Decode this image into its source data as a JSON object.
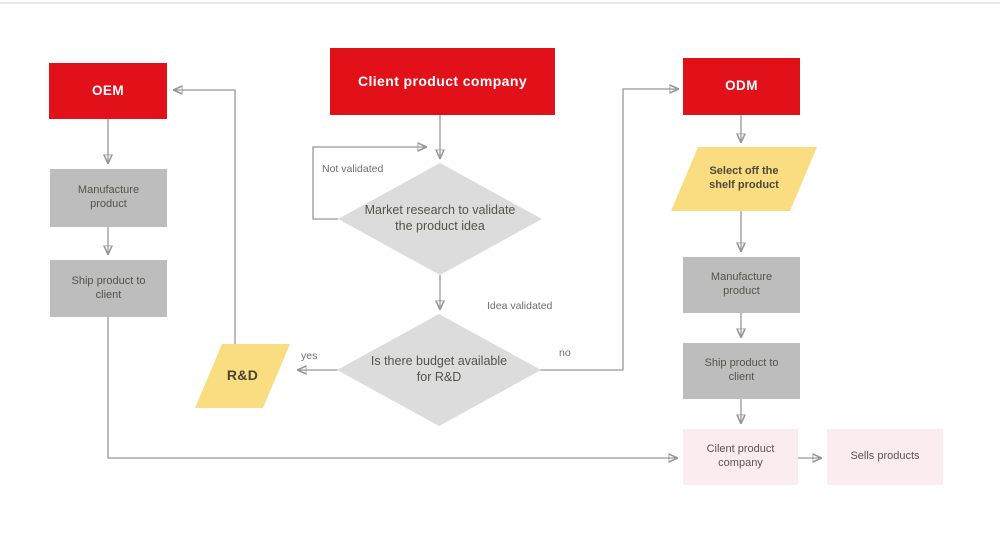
{
  "diagram": {
    "type": "flowchart",
    "nodes": {
      "oem": {
        "label": "OEM",
        "shape": "rectangle",
        "color": "#e11019"
      },
      "client": {
        "label": "Client product company",
        "shape": "rectangle",
        "color": "#e11019"
      },
      "odm": {
        "label": "ODM",
        "shape": "rectangle",
        "color": "#e11019"
      },
      "manufacture_left": {
        "label": "Manufacture product",
        "shape": "rectangle",
        "color": "#bdbdbd"
      },
      "ship_left": {
        "label": "Ship product to client",
        "shape": "rectangle",
        "color": "#bdbdbd"
      },
      "market_research": {
        "label": "Market research to validate the product idea",
        "shape": "diamond",
        "color": "#dcdcdc"
      },
      "budget": {
        "label": "Is there budget available for R&D",
        "shape": "diamond",
        "color": "#dcdcdc"
      },
      "rd": {
        "label": "R&D",
        "shape": "parallelogram",
        "color": "#fadd80"
      },
      "select_shelf": {
        "label": "Select off the shelf product",
        "shape": "parallelogram",
        "color": "#fadd80"
      },
      "manufacture_right": {
        "label": "Manufacture product",
        "shape": "rectangle",
        "color": "#bdbdbd"
      },
      "ship_right": {
        "label": "Ship product to client",
        "shape": "rectangle",
        "color": "#bdbdbd"
      },
      "client_bottom": {
        "label": "Cilent product company",
        "shape": "rectangle",
        "color": "#fbecf0"
      },
      "sells": {
        "label": "Sells products",
        "shape": "rectangle",
        "color": "#fbecf0"
      }
    },
    "edge_labels": {
      "not_validated": "Not validated",
      "idea_validated": "Idea validated",
      "yes": "yes",
      "no": "no"
    },
    "colors": {
      "red": "#e11019",
      "gray_box": "#bdbdbd",
      "diamond_gray": "#dcdcdc",
      "yellow": "#fadd80",
      "pink": "#fbecf0",
      "line": "#979797",
      "arrowhead": "#4d4d4d",
      "node_text_dark": "#55534c",
      "node_text_white": "#ffffff",
      "edge_label_text": "#6e6e6e",
      "top_border": "#e7e7e7"
    }
  }
}
